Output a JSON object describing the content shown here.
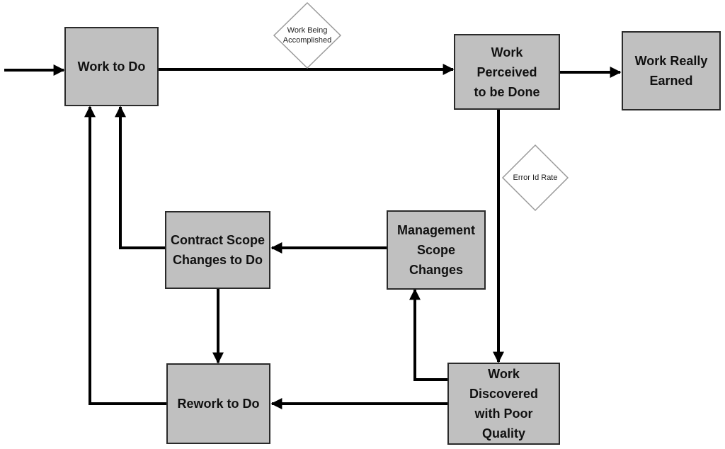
{
  "nodes": {
    "work_to_do": "Work to Do",
    "work_perceived": "Work Perceived to be Done",
    "work_really_earned": "Work Really Earned",
    "contract_scope": "Contract Scope Changes to Do",
    "management_scope": "Management Scope Changes",
    "rework_to_do": "Rework to Do",
    "work_discovered": "Work Discovered with Poor Quality"
  },
  "rates": {
    "work_being_accomplished": "Work Being Accomplished",
    "error_id_rate": "Error Id Rate"
  },
  "colors": {
    "box_fill": "#c0c0c0",
    "box_border": "#2a2a2a",
    "arrow": "#000000",
    "diamond_border": "#9a9a9a"
  }
}
